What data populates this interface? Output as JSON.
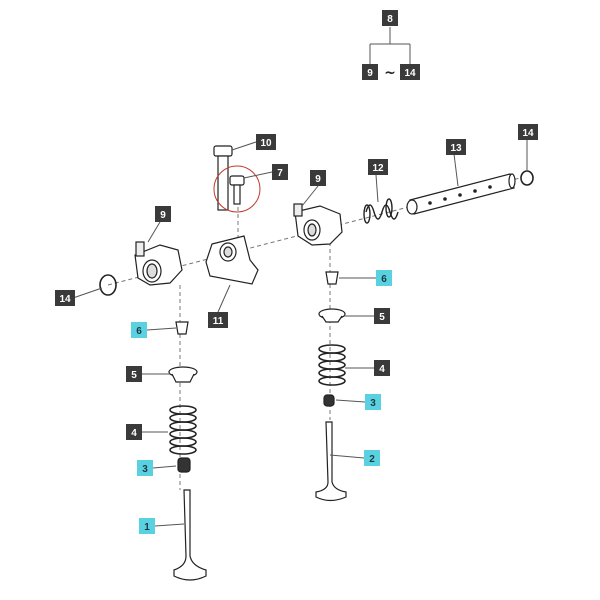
{
  "colors": {
    "callout_dark": "#3a3a3a",
    "callout_cyan": "#5ad1e0",
    "callout_text_dark": "#ffffff",
    "callout_text_cyan": "#1b3a40",
    "leader_line": "#555555",
    "part_stroke": "#222222",
    "highlight_circle": "#c0392b"
  },
  "kit_group": {
    "parent_label": "8",
    "range_start_label": "9",
    "range_separator": "~",
    "range_end_label": "14"
  },
  "callouts": [
    {
      "id": "c10",
      "label": "10",
      "style": "dark"
    },
    {
      "id": "c7",
      "label": "7",
      "style": "dark"
    },
    {
      "id": "c9a",
      "label": "9",
      "style": "dark"
    },
    {
      "id": "c9b",
      "label": "9",
      "style": "dark"
    },
    {
      "id": "c12",
      "label": "12",
      "style": "dark"
    },
    {
      "id": "c13",
      "label": "13",
      "style": "dark"
    },
    {
      "id": "c14a",
      "label": "14",
      "style": "dark"
    },
    {
      "id": "c14b",
      "label": "14",
      "style": "dark"
    },
    {
      "id": "c11",
      "label": "11",
      "style": "dark"
    },
    {
      "id": "c6a",
      "label": "6",
      "style": "cyan"
    },
    {
      "id": "c6b",
      "label": "6",
      "style": "cyan"
    },
    {
      "id": "c5a",
      "label": "5",
      "style": "dark"
    },
    {
      "id": "c5b",
      "label": "5",
      "style": "dark"
    },
    {
      "id": "c4a",
      "label": "4",
      "style": "dark"
    },
    {
      "id": "c4b",
      "label": "4",
      "style": "dark"
    },
    {
      "id": "c3a",
      "label": "3",
      "style": "cyan"
    },
    {
      "id": "c3b",
      "label": "3",
      "style": "cyan"
    },
    {
      "id": "c2",
      "label": "2",
      "style": "cyan"
    },
    {
      "id": "c1",
      "label": "1",
      "style": "cyan"
    }
  ]
}
